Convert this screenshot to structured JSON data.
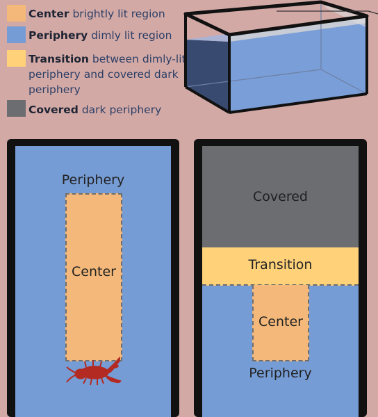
{
  "legend": [
    {
      "term": "Center",
      "desc": "brightly lit region",
      "color": "#f4b97a"
    },
    {
      "term": "Periphery",
      "desc": "dimly lit region",
      "color": "#769cd5"
    },
    {
      "term": "Transition",
      "desc": "between dimly-lit periphery and covered  dark periphery",
      "color": "#ffd27a"
    },
    {
      "term": "Covered",
      "desc": "dark periphery",
      "color": "#6c6d70"
    }
  ],
  "left_arena": {
    "periphery_label": "Periphery",
    "center_label": "Center"
  },
  "right_arena": {
    "covered_label": "Covered",
    "transition_label": "Transition",
    "center_label": "Center",
    "periphery_label": "Periphery"
  },
  "colors": {
    "background": "#d3a9a6",
    "center": "#f4b97a",
    "periphery": "#769cd5",
    "transition": "#ffd27a",
    "covered": "#6c6d70",
    "wall": "#111111",
    "crayfish": "#b22a22"
  },
  "icons": {
    "crayfish": "crayfish-icon"
  }
}
